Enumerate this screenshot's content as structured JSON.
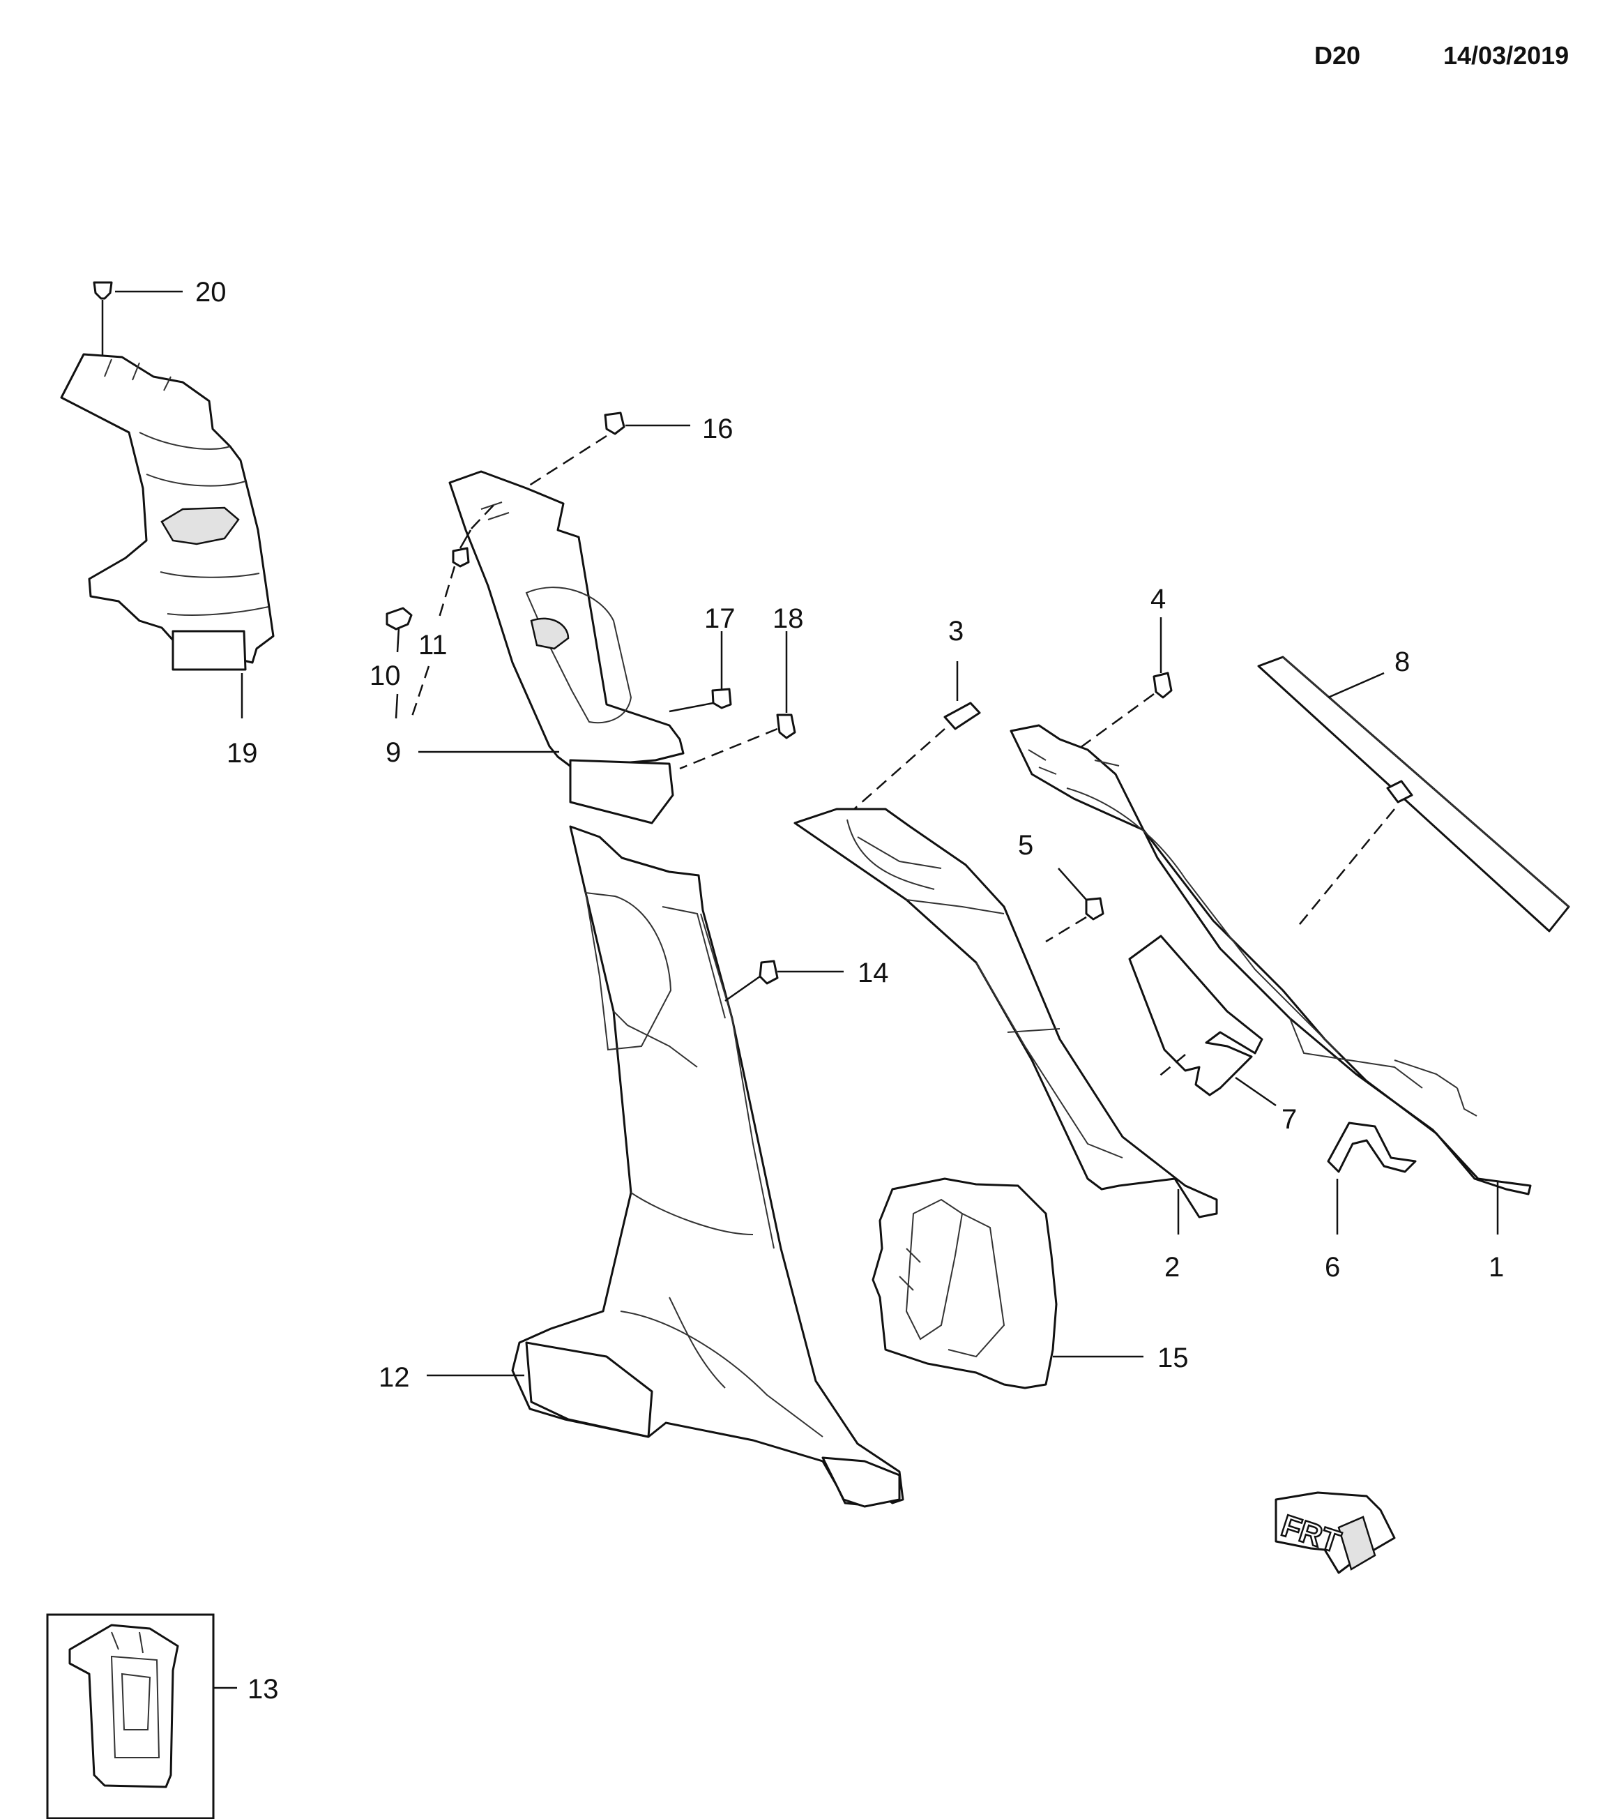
{
  "header": {
    "diagram_code": "D20",
    "date": "14/03/2019"
  },
  "orientation": {
    "front_label": "FRT"
  },
  "inset": {
    "callout": "13"
  },
  "callouts": [
    "1",
    "2",
    "3",
    "4",
    "5",
    "6",
    "7",
    "8",
    "9",
    "10",
    "11",
    "12",
    "14",
    "15",
    "16",
    "17",
    "18",
    "19",
    "20"
  ]
}
